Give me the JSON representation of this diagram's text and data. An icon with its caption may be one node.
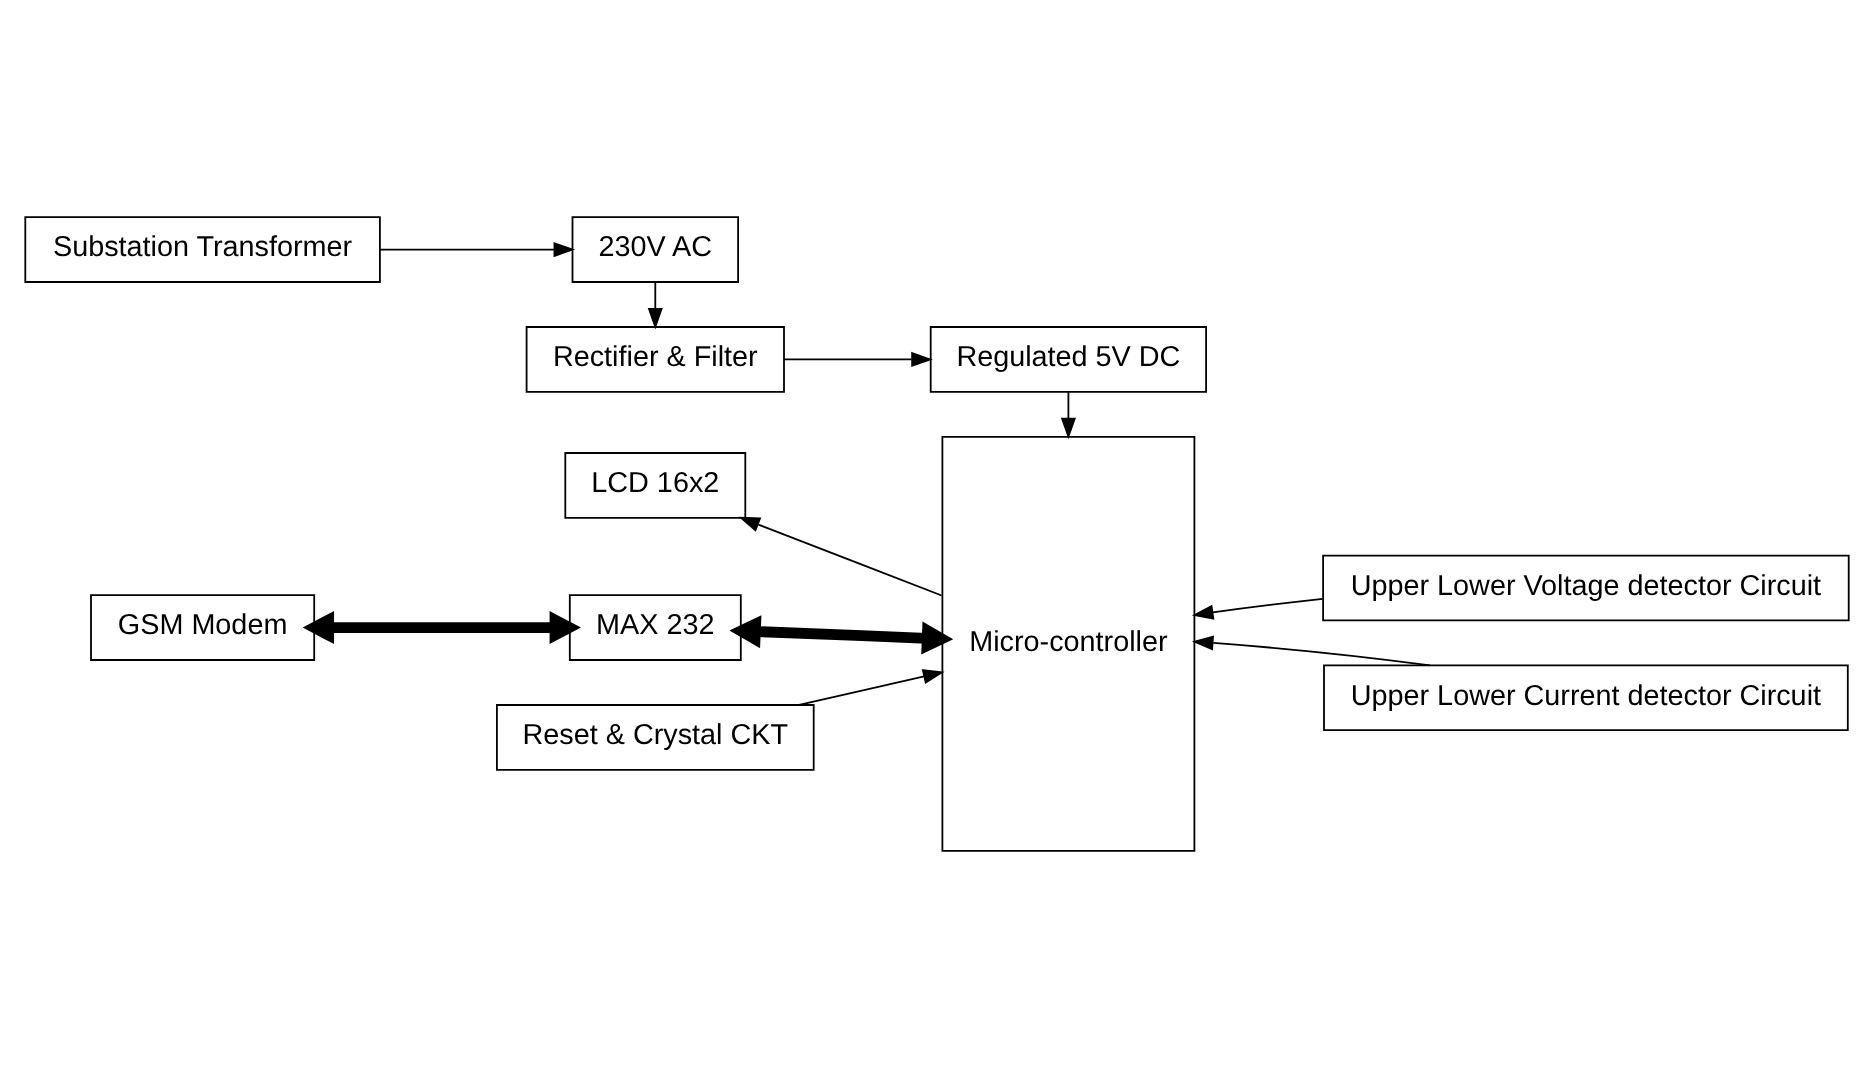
{
  "diagram": {
    "nodes": [
      {
        "text": [
          "Substation Transformer"
        ]
      },
      {
        "text": [
          "230V AC"
        ]
      },
      {
        "text": [
          "Rectifier & Filter"
        ]
      },
      {
        "text": [
          "Regulated 5V DC"
        ]
      },
      {
        "text": [
          "LCD 16x2"
        ]
      },
      {
        "text": [
          "Micro-controller"
        ]
      },
      {
        "text": [
          "GSM Modem"
        ]
      },
      {
        "text": [
          "MAX 232"
        ]
      },
      {
        "text": [
          "Upper Lower Voltage detector Circuit"
        ]
      },
      {
        "text": [
          "Upper Lower Current detector Circuit"
        ]
      },
      {
        "text": [
          "Reset & Crystal CKT"
        ]
      }
    ],
    "edges": [
      {
        "from": 0,
        "to": 1,
        "arrow": "to"
      },
      {
        "from": 1,
        "to": 2,
        "arrow": "to"
      },
      {
        "from": 2,
        "to": 3,
        "arrow": "to"
      },
      {
        "from": 3,
        "to": 5,
        "arrow": "to"
      },
      {
        "from": 5,
        "to": 4,
        "arrow": "to"
      },
      {
        "from": 6,
        "to": 7,
        "arrow": "both",
        "style": "thick"
      },
      {
        "from": 7,
        "to": 5,
        "arrow": "both",
        "style": "thick"
      },
      {
        "from": 8,
        "to": 5,
        "arrow": "to"
      },
      {
        "from": 9,
        "to": 5,
        "arrow": "to"
      },
      {
        "from": 10,
        "to": 5,
        "arrow": "to"
      }
    ]
  }
}
